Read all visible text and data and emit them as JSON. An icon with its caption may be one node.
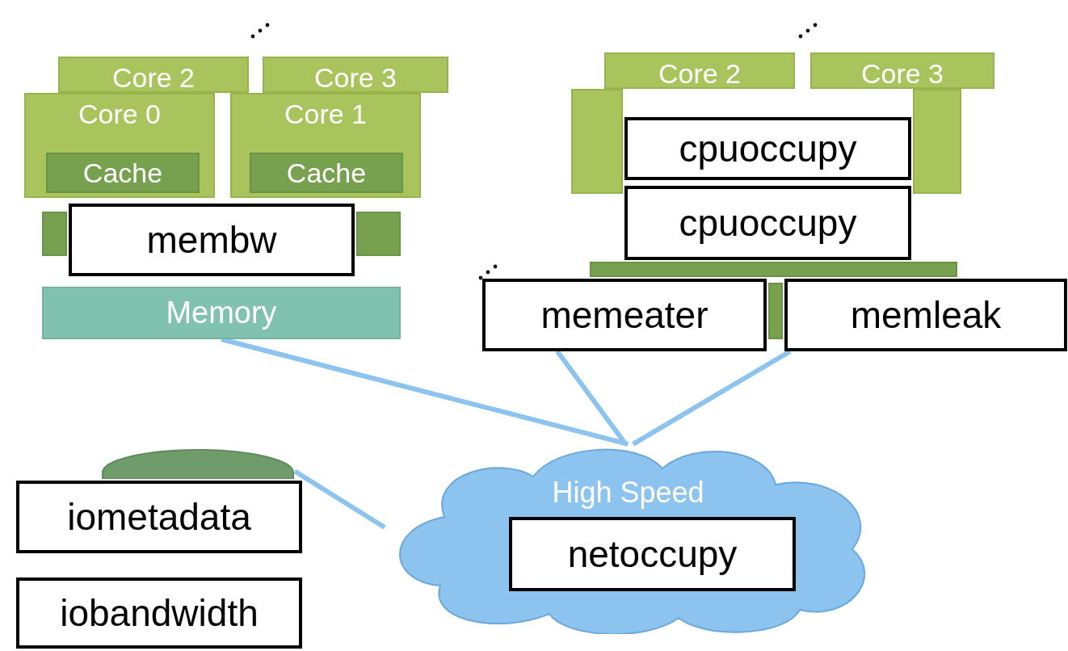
{
  "diagram": {
    "nodes": [
      {
        "text": [
          "Core 2"
        ]
      },
      {
        "text": [
          "Core 3"
        ]
      },
      {
        "text": [
          "Core 0"
        ]
      },
      {
        "text": [
          "Cache"
        ],
        "in": 2
      },
      {
        "text": [
          "Core 1"
        ]
      },
      {
        "text": [
          "Cache"
        ],
        "in": 4
      },
      {
        "text": [],
        "shape": "bar"
      },
      {
        "text": [],
        "shape": "bar"
      },
      {
        "text": [
          "Memory"
        ]
      },
      {
        "text": [
          "membw"
        ]
      },
      {
        "text": [
          "Core 2"
        ]
      },
      {
        "text": [
          "Core 3"
        ]
      },
      {
        "text": [],
        "shape": "box"
      },
      {
        "text": [
          "cpuoccupy"
        ]
      },
      {
        "text": [],
        "shape": "box"
      },
      {
        "text": [
          "cpuoccupy"
        ]
      },
      {
        "text": [],
        "shape": "bar"
      },
      {
        "text": [
          "memeater"
        ]
      },
      {
        "text": [],
        "shape": "bar"
      },
      {
        "text": [
          "memleak"
        ]
      },
      {
        "text": [],
        "shape": "cylinder"
      },
      {
        "text": [
          "iometadata"
        ]
      },
      {
        "text": [
          "iobandwidth"
        ]
      },
      {
        "text": [
          "High Speed"
        ]
      },
      {
        "text": [
          "netoccupy"
        ],
        "in": 23
      }
    ],
    "edges": [
      {
        "from": 8,
        "to": 23,
        "arrow": "none"
      },
      {
        "from": 17,
        "to": 23,
        "arrow": "none"
      },
      {
        "from": 19,
        "to": 23,
        "arrow": "none"
      },
      {
        "from": 20,
        "to": 23,
        "arrow": "none"
      }
    ]
  }
}
